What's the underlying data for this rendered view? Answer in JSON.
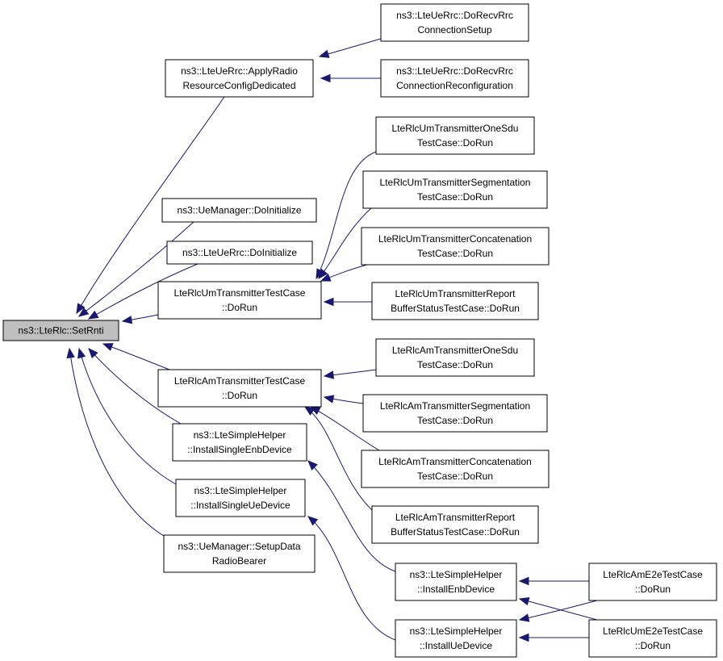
{
  "diagram": {
    "colors": {
      "edge": "#191970",
      "node_fill": "#ffffff",
      "root_fill": "#bfbfbf",
      "node_border": "#000000"
    },
    "nodes": {
      "root": [
        "ns3::LteRlc::SetRnti"
      ],
      "apply_radio": [
        "ns3::LteUeRrc::ApplyRadio",
        "ResourceConfigDedicated"
      ],
      "recv_setup": [
        "ns3::LteUeRrc::DoRecvRrc",
        "ConnectionSetup"
      ],
      "recv_reconf": [
        "ns3::LteUeRrc::DoRecvRrc",
        "ConnectionReconfiguration"
      ],
      "uemanager_init": [
        "ns3::UeManager::DoInitialize"
      ],
      "ueurrc_init": [
        "ns3::LteUeRrc::DoInitialize"
      ],
      "um_tc": [
        "LteRlcUmTransmitterTestCase",
        "::DoRun"
      ],
      "um_onesdu": [
        "LteRlcUmTransmitterOneSdu",
        "TestCase::DoRun"
      ],
      "um_seg": [
        "LteRlcUmTransmitterSegmentation",
        "TestCase::DoRun"
      ],
      "um_concat": [
        "LteRlcUmTransmitterConcatenation",
        "TestCase::DoRun"
      ],
      "um_report": [
        "LteRlcUmTransmitterReport",
        "BufferStatusTestCase::DoRun"
      ],
      "am_tc": [
        "LteRlcAmTransmitterTestCase",
        "::DoRun"
      ],
      "am_onesdu": [
        "LteRlcAmTransmitterOneSdu",
        "TestCase::DoRun"
      ],
      "am_seg": [
        "LteRlcAmTransmitterSegmentation",
        "TestCase::DoRun"
      ],
      "am_concat": [
        "LteRlcAmTransmitterConcatenation",
        "TestCase::DoRun"
      ],
      "am_report": [
        "LteRlcAmTransmitterReport",
        "BufferStatusTestCase::DoRun"
      ],
      "single_enb": [
        "ns3::LteSimpleHelper",
        "::InstallSingleEnbDevice"
      ],
      "single_ue": [
        "ns3::LteSimpleHelper",
        "::InstallSingleUeDevice"
      ],
      "setup_drb": [
        "ns3::UeManager::SetupData",
        "RadioBearer"
      ],
      "install_enb": [
        "ns3::LteSimpleHelper",
        "::InstallEnbDevice"
      ],
      "install_ue": [
        "ns3::LteSimpleHelper",
        "::InstallUeDevice"
      ],
      "am_e2e": [
        "LteRlcAmE2eTestCase",
        "::DoRun"
      ],
      "um_e2e": [
        "LteRlcUmE2eTestCase",
        "::DoRun"
      ]
    }
  }
}
